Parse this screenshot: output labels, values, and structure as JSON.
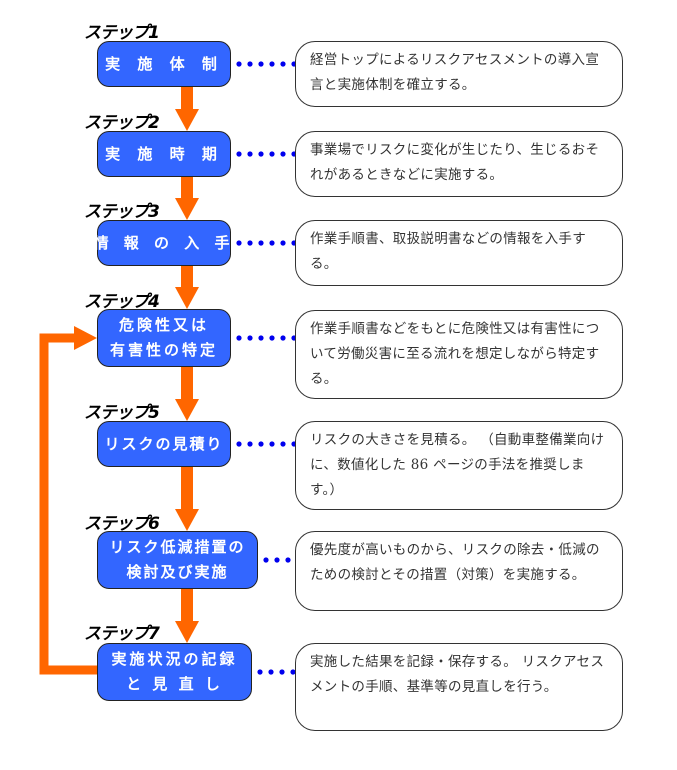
{
  "colors": {
    "box": "#3366ff",
    "arrow": "#ff6600",
    "dots": "#0000ee"
  },
  "steps": [
    {
      "label": "ステップ1",
      "title_lines": [
        "実 施 体 制"
      ],
      "desc": "経営トップによるリスクアセスメントの導入宣言と実施体制を確立する。"
    },
    {
      "label": "ステップ2",
      "title_lines": [
        "実 施 時 期"
      ],
      "desc": "事業場でリスクに変化が生じたり、生じるおそれがあるときなどに実施する。"
    },
    {
      "label": "ステップ3",
      "title_lines": [
        "情 報 の 入 手"
      ],
      "desc": "作業手順書、取扱説明書などの情報を入手する。"
    },
    {
      "label": "ステップ4",
      "title_lines": [
        "危険性又は",
        "有害性の特定"
      ],
      "desc": "作業手順書などをもとに危険性又は有害性について労働災害に至る流れを想定しながら特定する。"
    },
    {
      "label": "ステップ5",
      "title_lines": [
        "リスクの見積り"
      ],
      "desc": "リスクの大きさを見積る。 （自動車整備業向けに、数値化した 86 ページの手法を推奨します。）"
    },
    {
      "label": "ステップ6",
      "title_lines": [
        "リスク低減措置の",
        "検討及び実施"
      ],
      "desc": "優先度が高いものから、リスクの除去・低減のための検討とその措置（対策）を実施する。"
    },
    {
      "label": "ステップ7",
      "title_lines": [
        "実施状況の記録",
        "と 見 直 し"
      ],
      "desc": "実施した結果を記録・保存する。 リスクアセスメントの手順、基準等の見直しを行う。"
    }
  ]
}
